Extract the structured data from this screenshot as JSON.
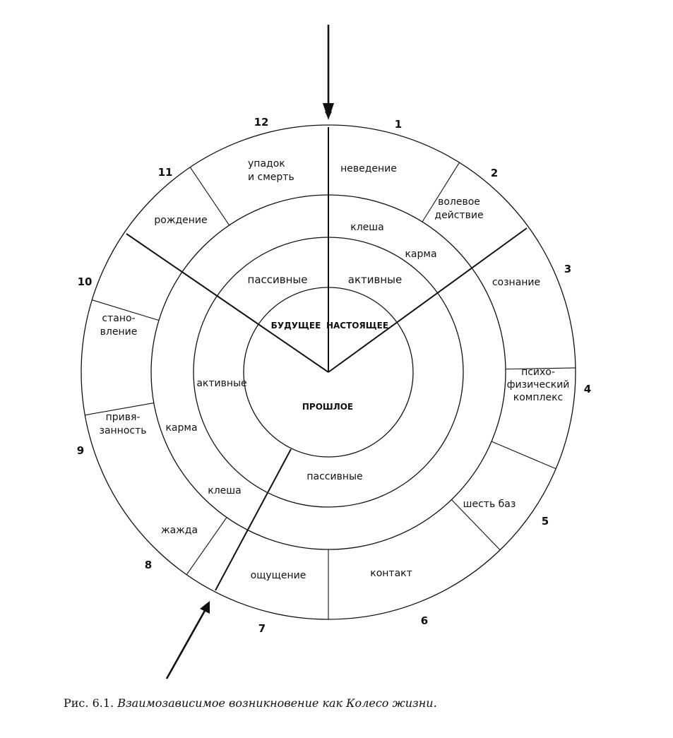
{
  "diagram": {
    "segments": [
      {
        "number": "1",
        "lines": [
          "неведение"
        ]
      },
      {
        "number": "2",
        "lines": [
          "волевое",
          "действие"
        ]
      },
      {
        "number": "3",
        "lines": [
          "сознание"
        ]
      },
      {
        "number": "4",
        "lines": [
          "психо-",
          "физический",
          "комплекс"
        ]
      },
      {
        "number": "5",
        "lines": [
          "шесть баз"
        ]
      },
      {
        "number": "6",
        "lines": [
          "контакт"
        ]
      },
      {
        "number": "7",
        "lines": [
          "ощущение"
        ]
      },
      {
        "number": "8",
        "lines": [
          "жажда"
        ]
      },
      {
        "number": "9",
        "lines": [
          "привя-",
          "занность"
        ]
      },
      {
        "number": "10",
        "lines": [
          "стано-",
          "вление"
        ]
      },
      {
        "number": "11",
        "lines": [
          "рождение"
        ]
      },
      {
        "number": "12",
        "lines": [
          "упадок",
          "и смерть"
        ]
      }
    ],
    "ring_labels": {
      "klesha_top": "клеша",
      "karma_top": "карма",
      "karma_left": "карма",
      "klesha_left": "клеша",
      "passive_top": "пассивные",
      "active_top": "активные",
      "active_left": "активные",
      "passive_bottom": "пассивные"
    },
    "center_labels": {
      "future": "БУДУЩЕЕ",
      "present": "НАСТОЯЩЕЕ",
      "past": "ПРОШЛОЕ"
    }
  },
  "caption": {
    "prefix": "Рис. 6.1.",
    "title": "Взаимозависимое возникновение как Колесо жизни."
  }
}
